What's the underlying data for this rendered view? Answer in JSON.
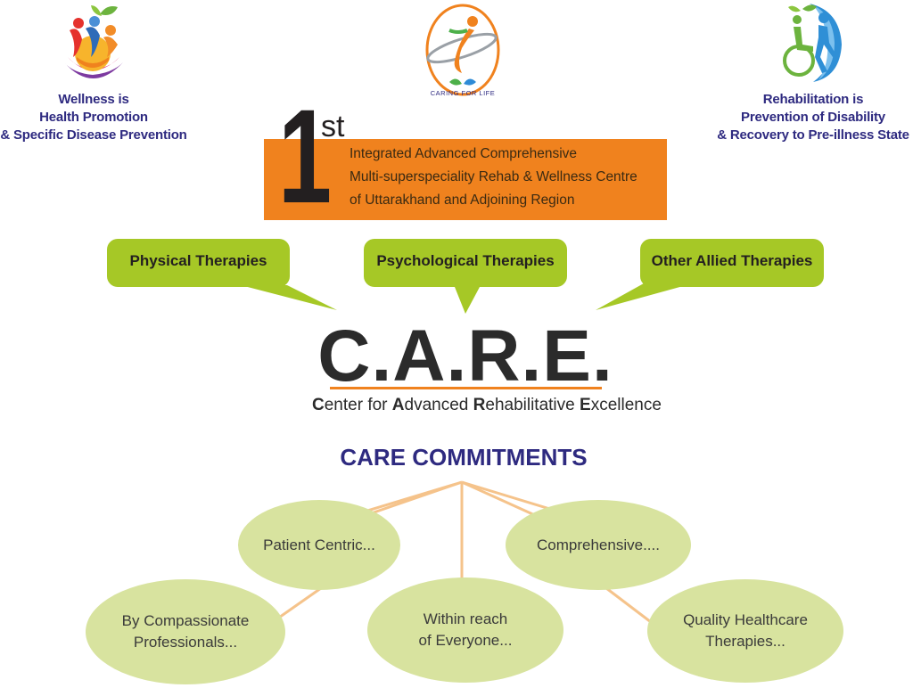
{
  "left_tagline": [
    "Wellness is",
    "Health Promotion",
    "& Specific Disease Prevention"
  ],
  "right_tagline": [
    "Rehabilitation is",
    "Prevention of Disability",
    "& Recovery to Pre-illness State"
  ],
  "logo": {
    "caption": "CARING FOR LIFE"
  },
  "banner": {
    "rank_number": "1",
    "rank_suffix": "st",
    "lines": [
      "Integrated Advanced Comprehensive",
      "Multi-superspeciality Rehab & Wellness Centre",
      "of Uttarakhand and Adjoining Region"
    ]
  },
  "therapies": [
    "Physical Therapies",
    "Psychological Therapies",
    "Other Allied Therapies"
  ],
  "care": {
    "title": "C.A.R.E.",
    "subtitle_parts": [
      {
        "initial": "C",
        "rest": "enter for "
      },
      {
        "initial": "A",
        "rest": "dvanced "
      },
      {
        "initial": "R",
        "rest": "ehabilitative "
      },
      {
        "initial": "E",
        "rest": "xcellence"
      }
    ]
  },
  "commitments": {
    "title": "CARE COMMITMENTS",
    "items": [
      {
        "lines": [
          "Patient Centric..."
        ]
      },
      {
        "lines": [
          "Comprehensive...."
        ]
      },
      {
        "lines": [
          "By Compassionate",
          "Professionals..."
        ]
      },
      {
        "lines": [
          "Within reach",
          "of Everyone..."
        ]
      },
      {
        "lines": [
          "Quality Healthcare",
          "Therapies..."
        ]
      }
    ]
  },
  "colors": {
    "orange": "#f0821e",
    "green": "#a6c826",
    "light_green": "#d8e39f",
    "navy": "#2e2a80",
    "connector": "#f5c38b"
  },
  "icons": [
    "wellness-people-icon",
    "caring-for-life-logo",
    "rehabilitation-wheelchair-runner-icon"
  ]
}
